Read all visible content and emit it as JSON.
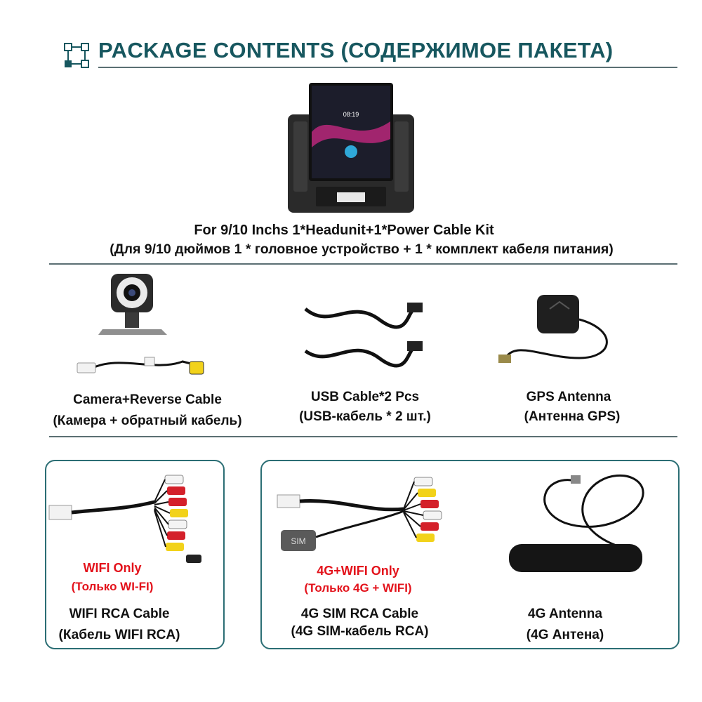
{
  "header": {
    "title": "PACKAGE CONTENTS (СОДЕРЖИМОЕ ПАКЕТА)"
  },
  "headunit": {
    "screen_time": "08:19",
    "caption_en": "For 9/10 Inchs  1*Headunit+1*Power Cable Kit",
    "caption_ru": "(Для 9/10 дюймов 1 * головное устройство + 1 * комплект кабеля питания)"
  },
  "row2": [
    {
      "en": "Camera+Reverse Cable",
      "ru": "(Камера + обратный кабель)"
    },
    {
      "en": "USB Cable*2 Pcs",
      "ru": "(USB-кабель * 2 шт.)"
    },
    {
      "en": "GPS  Antenna",
      "ru": "(Антенна GPS)"
    }
  ],
  "row3": {
    "wifi": {
      "note_en": "WIFI Only",
      "note_ru": "(Только WI-FI)",
      "en": "WIFI RCA Cable",
      "ru": "(Кабель WIFI RCA)"
    },
    "sim": {
      "note_en": "4G+WIFI Only",
      "note_ru": "(Только 4G + WIFI)",
      "en": "4G SIM RCA Cable",
      "ru": "(4G SIM-кабель RCA)",
      "sim_label": "SIM"
    },
    "antenna4g": {
      "en": "4G Antenna",
      "ru": "(4G Антена)"
    }
  },
  "colors": {
    "teal": "#17575f",
    "accent_red": "#e3121b",
    "rca_red": "#d4202a",
    "rca_yellow": "#f2d21a",
    "rca_white": "#f4f4f4"
  }
}
